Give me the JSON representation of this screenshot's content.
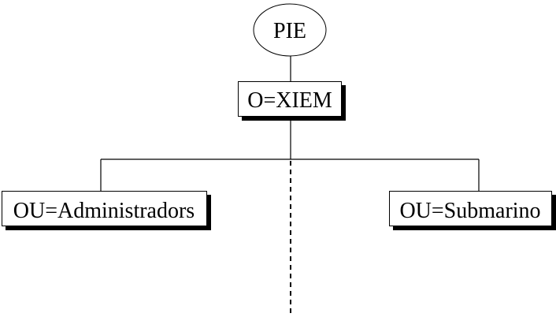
{
  "diagram": {
    "type": "hierarchy-tree",
    "root": {
      "label": "PIE",
      "shape": "ellipse"
    },
    "organization": {
      "label": "O=XIEM",
      "shape": "box-with-shadow"
    },
    "units": [
      {
        "label": "OU=Administradors",
        "shape": "box-with-shadow"
      },
      {
        "label": "OU=Submarino",
        "shape": "box-with-shadow"
      }
    ],
    "continuation": {
      "style": "dashed",
      "meaning": "more-units"
    },
    "colors": {
      "line": "#000000",
      "fill": "#ffffff",
      "shadow": "#000000",
      "text": "#000000"
    }
  }
}
